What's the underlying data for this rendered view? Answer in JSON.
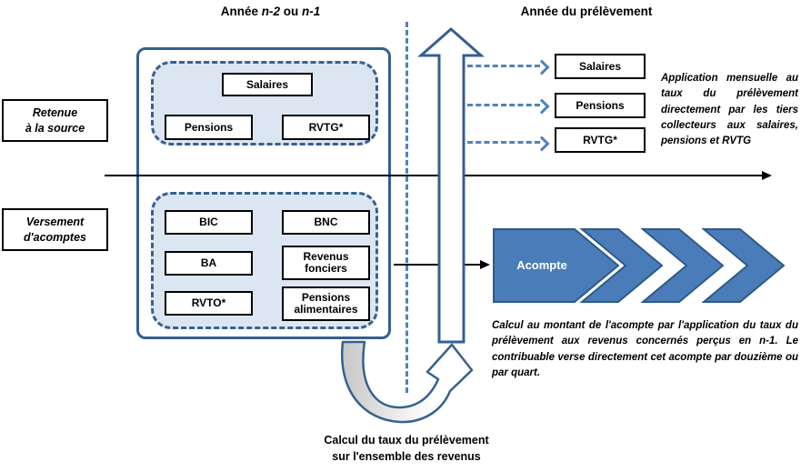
{
  "colors": {
    "frame_blue": "#365f91",
    "dash_blue": "#376092",
    "arrow_blue": "#4f81bd",
    "zone_fill": "#dce6f2",
    "chevron_fill": "#4a7cb9",
    "chevron_stroke": "#2e5a87",
    "black": "#000000"
  },
  "headers": {
    "left_parts": {
      "p1": "Année ",
      "n2": "n-2",
      "p2": " ou ",
      "n1": "n-1"
    },
    "right": "Année du prélèvement"
  },
  "side_labels": {
    "retenue_line1": "Retenue",
    "retenue_line2": "à la source",
    "versement_line1": "Versement",
    "versement_line2": "d'acomptes"
  },
  "source_group": {
    "items": [
      "Salaires",
      "Pensions",
      "RVTG*"
    ]
  },
  "acompte_group": {
    "left_items": [
      "BIC",
      "BA",
      "RVTO*"
    ],
    "right_items": [
      "BNC",
      "Revenus fonciers",
      "Pensions alimentaires"
    ]
  },
  "collector_boxes": [
    "Salaires",
    "Pensions",
    "RVTG*"
  ],
  "chevron": {
    "label": "Acompte"
  },
  "notes": {
    "monthly_note": "Application mensuelle au taux du prélèvement directement par les tiers collecteurs aux salaires, pensions et RVTG",
    "acompte_note": "Calcul au montant de l'acompte par l'application du taux du prélèvement aux revenus concernés perçus en n-1. Le contribuable verse directement cet acompte par douzième ou par quart.",
    "rate_caption_line1": "Calcul du taux du prélèvement",
    "rate_caption_line2": "sur l'ensemble des revenus"
  }
}
